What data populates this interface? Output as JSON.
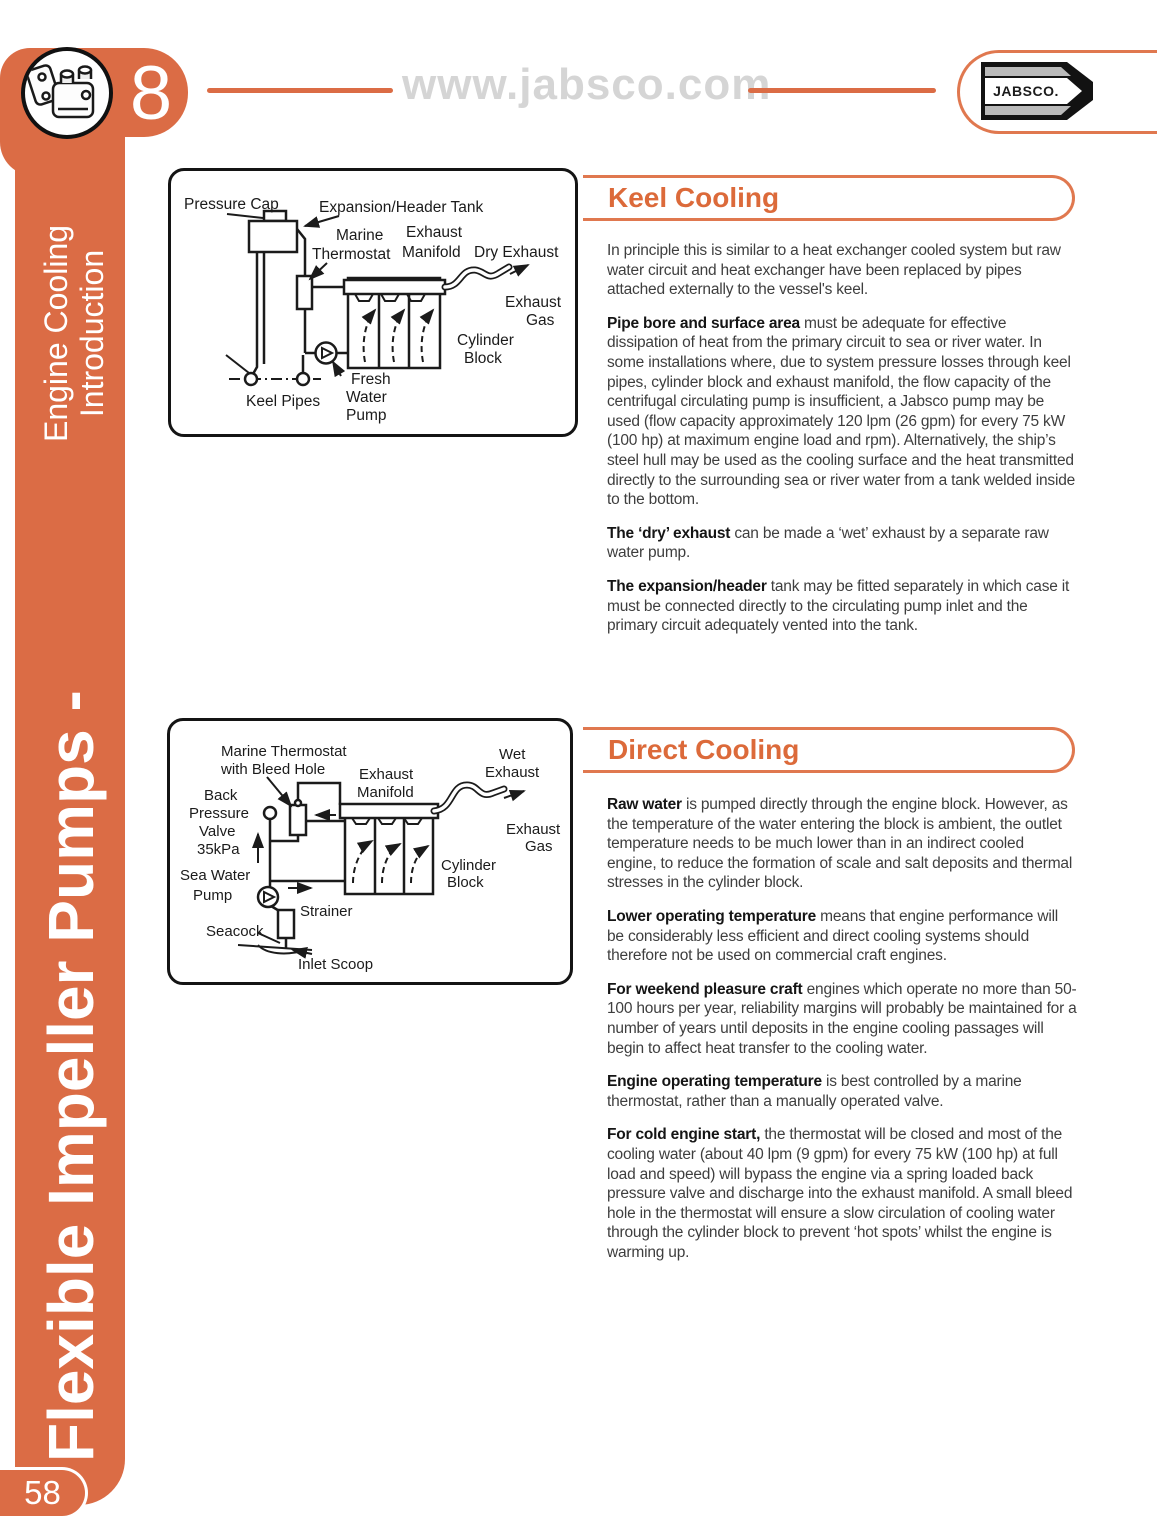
{
  "header": {
    "chapter_number": "8",
    "website": "www.jabsco.com",
    "logo_text": "JABSCO."
  },
  "sidebar": {
    "title": "Flexible Impeller Pumps -",
    "subtitle_line1": "Engine Cooling",
    "subtitle_line2": "Introduction",
    "page_number": "58",
    "orange": "#DB6C45"
  },
  "sections": [
    {
      "title": "Keel Cooling",
      "paragraphs": [
        {
          "lead": "",
          "text": "In principle this is similar to a heat exchanger cooled system but raw water circuit and heat exchanger have been replaced by pipes attached externally to the vessel's keel."
        },
        {
          "lead": "Pipe bore and surface area",
          "text": " must be adequate for effective dissipation of heat from the primary circuit to sea or river water. In some installations where, due to system pressure losses through keel pipes, cylinder block and exhaust manifold, the flow capacity of the centrifugal circulating pump is insufficient, a Jabsco pump may be used (flow capacity approximately 120 lpm (26 gpm) for every 75 kW (100 hp) at maximum engine load and rpm). Alternatively, the ship’s steel hull may be used as the cooling surface and the heat transmitted directly to the surrounding sea or river water from a tank welded inside to the bottom."
        },
        {
          "lead": "The ‘dry’ exhaust",
          "text": " can be made a ‘wet’ exhaust by a separate raw water pump."
        },
        {
          "lead": "The expansion/header",
          "text": " tank may be fitted separately in which case it must be connected directly to the circulating pump inlet and the primary circuit adequately vented into the tank."
        }
      ]
    },
    {
      "title": "Direct Cooling",
      "paragraphs": [
        {
          "lead": "Raw water",
          "text": " is pumped directly through the engine block. However, as the temperature of the water entering the block is ambient, the outlet temperature needs to be much lower than in an indirect cooled engine, to reduce the formation of scale and salt deposits and thermal stresses in the cylinder block."
        },
        {
          "lead": "Lower operating temperature",
          "text": " means that engine performance will be considerably less efficient and direct cooling systems should therefore not be used on commercial craft engines."
        },
        {
          "lead": "For weekend pleasure craft",
          "text": " engines which operate no more than 50-100 hours per year, reliability margins will probably be maintained for a number of years until deposits in the engine cooling passages will begin to affect heat transfer to the cooling water."
        },
        {
          "lead": "Engine operating temperature",
          "text": " is best controlled by a marine thermostat, rather than a manually operated valve."
        },
        {
          "lead": "For cold engine start,",
          "text": " the thermostat will be closed and most of the cooling water (about 40 lpm (9 gpm) for every 75 kW (100 hp) at full load and speed) will bypass the engine via a spring loaded back pressure valve and discharge into the exhaust manifold. A small bleed hole in the thermostat will ensure a slow circulation of cooling water through the cylinder block to prevent ‘hot spots’ whilst the engine is warming up."
        }
      ]
    }
  ],
  "keel_diagram": {
    "pressure_cap": "Pressure Cap",
    "expansion_header_tank": "Expansion/Header Tank",
    "marine": "Marine",
    "thermostat": "Thermostat",
    "exhaust": "Exhaust",
    "manifold": "Manifold",
    "dry_exhaust": "Dry Exhaust",
    "exhaust_gas_line1": "Exhaust",
    "exhaust_gas_line2": "Gas",
    "cylinder_block_line1": "Cylinder",
    "cylinder_block_line2": "Block",
    "fresh_water_pump_line1": "Fresh",
    "fresh_water_pump_line2": "Water",
    "fresh_water_pump_line3": "Pump",
    "keel_pipes": "Keel Pipes"
  },
  "direct_diagram": {
    "marine_thermostat_line1": "Marine Thermostat",
    "marine_thermostat_line2": "with Bleed Hole",
    "exhaust": "Exhaust",
    "manifold": "Manifold",
    "wet_exhaust_line1": "Wet",
    "wet_exhaust_line2": "Exhaust",
    "back_pressure_valve_line1": "Back",
    "back_pressure_valve_line2": "Pressure",
    "back_pressure_valve_line3": "Valve",
    "back_pressure_valve_line4": "35kPa",
    "sea_water_pump_line1": "Sea Water",
    "sea_water_pump_line2": "Pump",
    "exhaust_gas_line1": "Exhaust",
    "exhaust_gas_line2": "Gas",
    "cylinder_block_line1": "Cylinder",
    "cylinder_block_line2": "Block",
    "strainer": "Strainer",
    "seacock": "Seacock",
    "inlet_scoop": "Inlet Scoop"
  }
}
